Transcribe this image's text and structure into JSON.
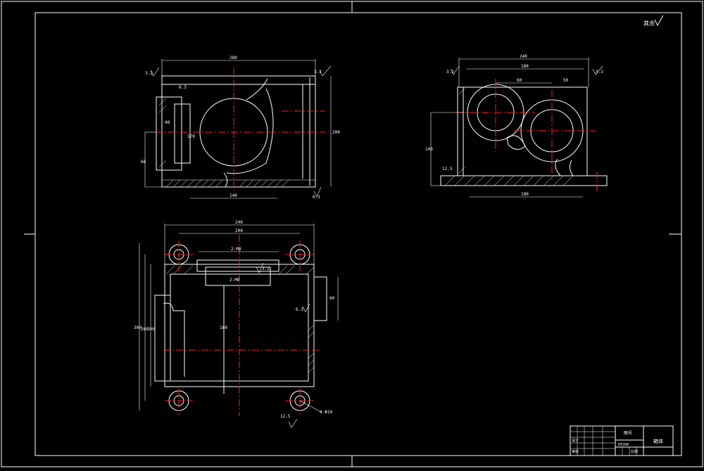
{
  "drawing": {
    "roughness_mark": "其余",
    "front_view": {
      "overall_width": "280",
      "height": "200",
      "bottom_dim": "140",
      "inner_depth": "40",
      "bore_dim": "170",
      "flange_dim": "66",
      "roughness_top_left": "3.2",
      "roughness_top_right": "3.2",
      "roughness_side": "6.3",
      "roughness_bottom": "6.3"
    },
    "side_view": {
      "overall_width": "240",
      "inner_width": "180",
      "offset_left": "60",
      "offset_right": "50",
      "height": "140",
      "base_dim": "180",
      "roughness_left": "3.2",
      "roughness_right": "3.2",
      "roughness_base": "12.5"
    },
    "top_view": {
      "overall_width": "240",
      "inner_width": "200",
      "hole_label_top": "2-M8",
      "hole_label_inner": "2-M8",
      "height_outer": "300",
      "height_mid": "260",
      "height_inner": "240",
      "center_dim": "160",
      "right_dim": "60",
      "hole_callout": "4-Φ10",
      "roughness_top": "3.2",
      "roughness_right": "6.3",
      "roughness_bottom": "12.5"
    },
    "title_block": {
      "name": "箱体",
      "code": "图号",
      "material": "HT200",
      "scale_label": "比例",
      "designer": "设计",
      "checker": "审核"
    }
  }
}
